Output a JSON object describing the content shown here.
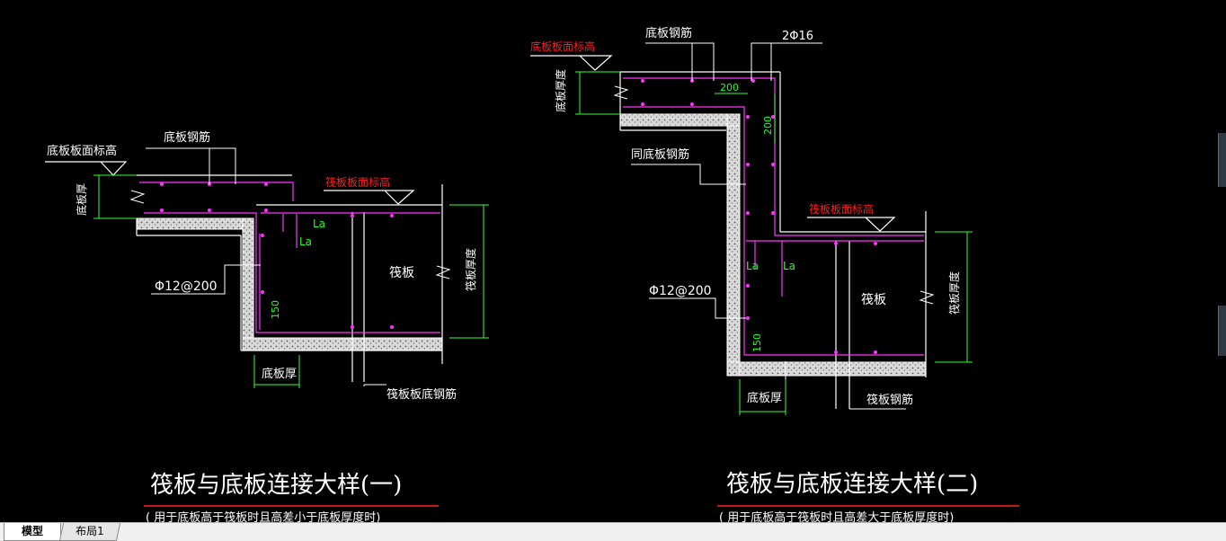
{
  "window": {
    "tabs": [
      {
        "label": "模型",
        "active": true
      },
      {
        "label": "布局1",
        "active": false
      }
    ]
  },
  "detail_one": {
    "labels": {
      "base_surface_elevation": "底板板面标高",
      "base_rebar": "底板钢筋",
      "raft_surface_elevation": "筏板板面标高",
      "base_thickness_vertical": "底板厚",
      "la_1": "La",
      "la_2": "La",
      "stirrup": "Φ12@200",
      "raft": "筏板",
      "raft_thickness": "筏板厚度",
      "dim_150": "150",
      "base_thickness_bottom": "底板厚",
      "raft_bottom_rebar": "筏板板底钢筋"
    },
    "title": "筏板与底板连接大样(一)",
    "subtitle": "( 用于底板高于筏板时且高差小于底板厚度时)"
  },
  "detail_two": {
    "labels": {
      "base_surface_elevation": "底板板面标高",
      "base_rebar": "底板钢筋",
      "bar_2phi16": "2Φ16",
      "base_thickness_vertical": "底板厚度",
      "dim_200_a": "200",
      "dim_200_b": "200",
      "same_base_rebar": "同底板钢筋",
      "raft_surface_elevation": "筏板板面标高",
      "la_1": "La",
      "la_2": "La",
      "stirrup": "Φ12@200",
      "raft": "筏板",
      "raft_thickness": "筏板厚度",
      "dim_150": "150",
      "base_thickness_bottom": "底板厚",
      "base_rebar_bottom": "筏板钢筋"
    },
    "title": "筏板与底板连接大样(二)",
    "subtitle": "( 用于底板高于筏板时且高差大于底板厚度时)"
  },
  "colors": {
    "background": "#000000",
    "rebar": "#ff33ff",
    "dimension": "#33ff33",
    "annotation": "#ffffff",
    "elevation_text": "#ff2020",
    "title_rule": "#ff2020"
  }
}
